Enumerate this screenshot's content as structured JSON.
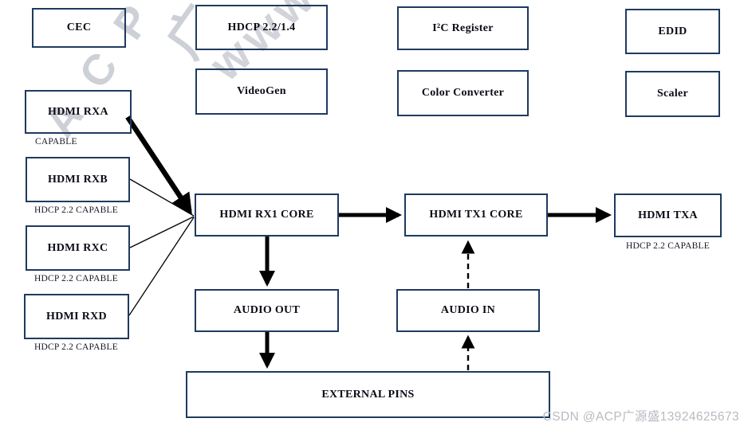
{
  "boxes": {
    "cec": {
      "label": "CEC"
    },
    "hdcp": {
      "label": "HDCP 2.2/1.4"
    },
    "i2c": {
      "label": "I²C Register"
    },
    "edid": {
      "label": "EDID"
    },
    "videogen": {
      "label": "VideoGen"
    },
    "color_converter": {
      "label": "Color Converter"
    },
    "scaler": {
      "label": "Scaler"
    },
    "hdmi_rxa": {
      "label": "HDMI RXA",
      "sublabel": "CAPABLE"
    },
    "hdmi_rxb": {
      "label": "HDMI RXB",
      "sublabel": "HDCP 2.2 CAPABLE"
    },
    "hdmi_rxc": {
      "label": "HDMI RXC",
      "sublabel": "HDCP 2.2 CAPABLE"
    },
    "hdmi_rxd": {
      "label": "HDMI RXD",
      "sublabel": "HDCP 2.2 CAPABLE"
    },
    "hdmi_rx1_core": {
      "label": "HDMI RX1 CORE"
    },
    "hdmi_tx1_core": {
      "label": "HDMI TX1 CORE"
    },
    "hdmi_txa": {
      "label": "HDMI TXA",
      "sublabel": "HDCP 2.2 CAPABLE"
    },
    "audio_out": {
      "label": "AUDIO OUT"
    },
    "audio_in": {
      "label": "AUDIO IN"
    },
    "external_pins": {
      "label": "EXTERNAL PINS"
    }
  },
  "connections": [
    {
      "from": "hdmi_rxa",
      "to": "hdmi_rx1_core",
      "style": "thick-solid-arrow"
    },
    {
      "from": "hdmi_rxb",
      "to": "hdmi_rx1_core",
      "style": "thin-line"
    },
    {
      "from": "hdmi_rxc",
      "to": "hdmi_rx1_core",
      "style": "thin-line"
    },
    {
      "from": "hdmi_rxd",
      "to": "hdmi_rx1_core",
      "style": "thin-line"
    },
    {
      "from": "hdmi_rx1_core",
      "to": "hdmi_tx1_core",
      "style": "thick-solid-arrow"
    },
    {
      "from": "hdmi_tx1_core",
      "to": "hdmi_txa",
      "style": "thick-solid-arrow"
    },
    {
      "from": "hdmi_rx1_core",
      "to": "audio_out",
      "style": "thick-solid-arrow"
    },
    {
      "from": "audio_out",
      "to": "external_pins",
      "style": "thick-solid-arrow"
    },
    {
      "from": "audio_in",
      "to": "hdmi_tx1_core",
      "style": "dashed-arrow"
    },
    {
      "from": "external_pins",
      "to": "audio_in",
      "style": "dashed-arrow"
    }
  ],
  "watermark": {
    "acp": "ACP",
    "guang": "广",
    "www": "www.",
    "credit": "CSDN @ACP广源盛13924625673"
  },
  "colors": {
    "box_border": "#1f3a5f",
    "box_text": "#0b0b16",
    "arrow": "#000000",
    "watermark": "#cdd1d7",
    "credit_text": "#b7bbc2",
    "background": "#ffffff"
  }
}
